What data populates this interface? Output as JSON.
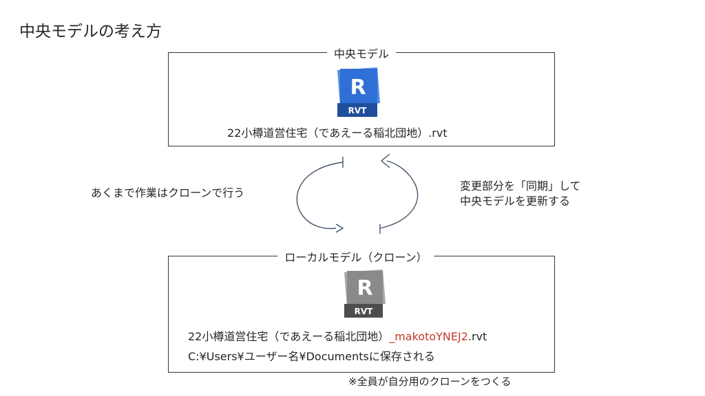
{
  "slide": {
    "title": "中央モデルの考え方"
  },
  "central": {
    "label": "中央モデル",
    "icon": "revit-icon-blue",
    "icon_letter": "R",
    "icon_badge": "RVT",
    "filename": "22小樽道営住宅（であえーる稲北団地）.rvt"
  },
  "local": {
    "label": "ローカルモデル（クローン）",
    "icon": "revit-icon-gray",
    "icon_letter": "R",
    "icon_badge": "RVT",
    "filename_prefix": "22小樽道営住宅（であえーる稲北団地）",
    "filename_user": "_makotoYNEJ2",
    "filename_ext": ".rvt",
    "save_path": "C:¥Users¥ユーザー名¥Documentsに保存される"
  },
  "cycle": {
    "left_text": "あくまで作業はクローンで行う",
    "right_text_line1": "変更部分を「同期」して",
    "right_text_line2": "中央モデルを更新する"
  },
  "note": "※全員が自分用のクローンをつくる",
  "colors": {
    "blue_icon": "#2f6fd6",
    "blue_badge": "#1f4e9c",
    "gray_icon": "#8a8a8a",
    "gray_badge": "#4d4d4d",
    "arrow_stroke": "#44546a",
    "username_highlight": "#c0392b"
  }
}
